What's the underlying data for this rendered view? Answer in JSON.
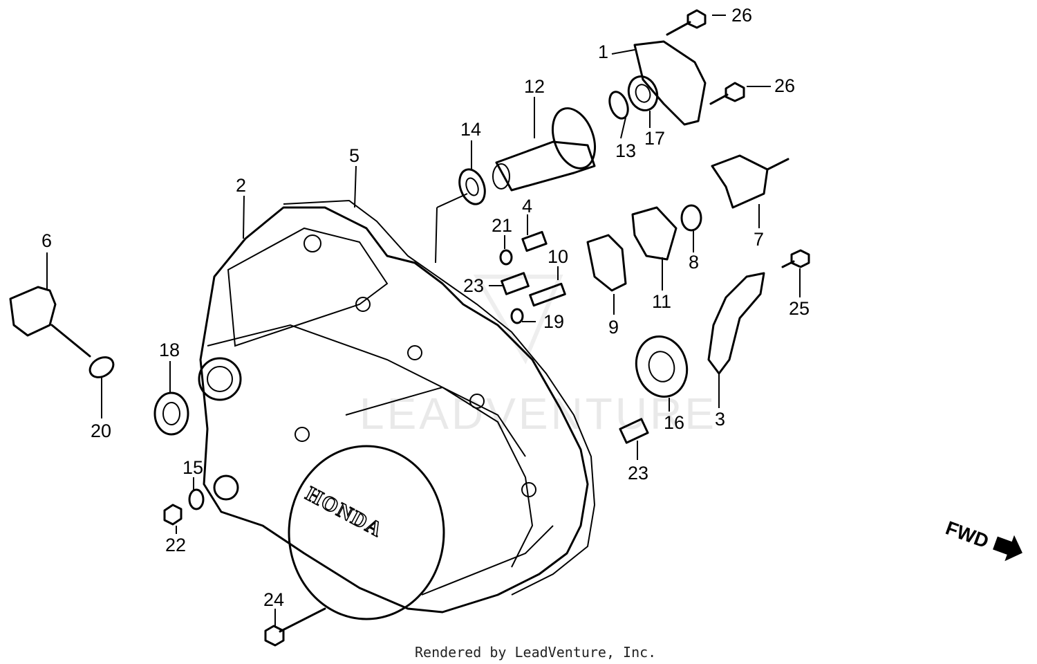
{
  "diagram": {
    "watermark": "LEADVENTURE",
    "cover_logo": "HONDA",
    "direction_label": "FWD",
    "footer": "Rendered by LeadVenture, Inc.",
    "callouts": {
      "c1": "1",
      "c2": "2",
      "c3": "3",
      "c4": "4",
      "c5": "5",
      "c6": "6",
      "c7": "7",
      "c8": "8",
      "c9": "9",
      "c10": "10",
      "c11": "11",
      "c12": "12",
      "c13": "13",
      "c14": "14",
      "c15": "15",
      "c16": "16",
      "c17": "17",
      "c18": "18",
      "c19": "19",
      "c20": "20",
      "c21": "21",
      "c22": "22",
      "c23a": "23",
      "c23b": "23",
      "c24": "24",
      "c25": "25",
      "c26a": "26",
      "c26b": "26"
    }
  }
}
